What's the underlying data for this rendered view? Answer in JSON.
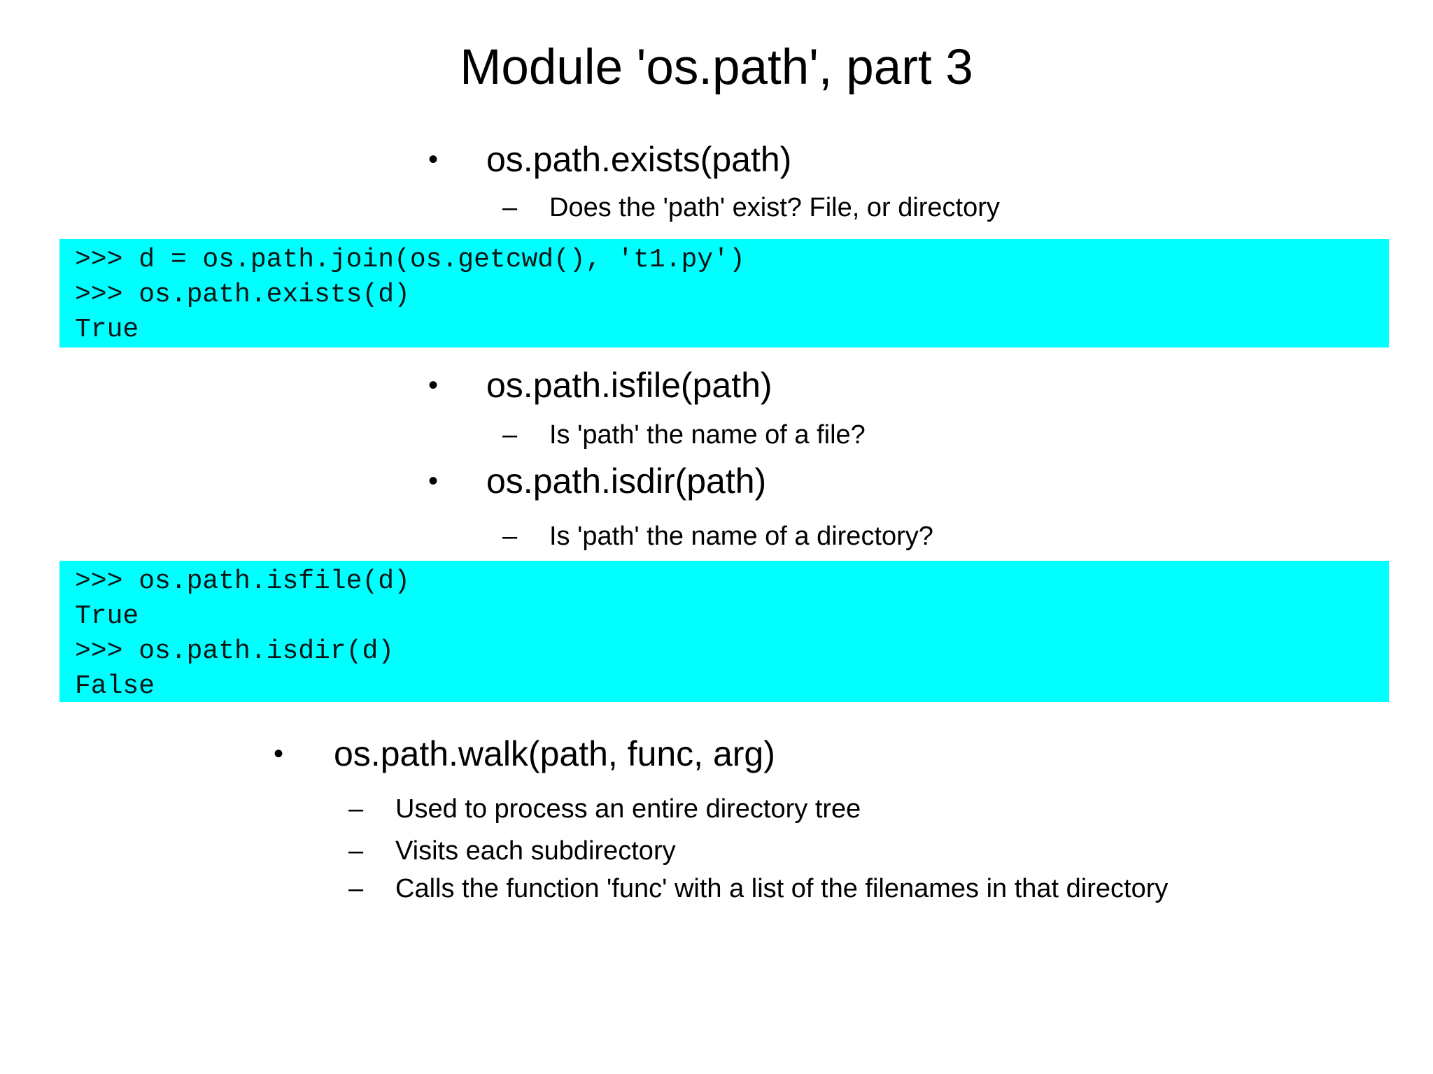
{
  "slide": {
    "title": "Module 'os.path', part 3",
    "bullets": {
      "exists": {
        "marker": "•",
        "label": "os.path.exists(path)"
      },
      "exists_sub": {
        "marker": "–",
        "label": "Does the 'path' exist? File, or directory"
      },
      "isfile": {
        "marker": "•",
        "label": "os.path.isfile(path)"
      },
      "isfile_sub": {
        "marker": "–",
        "label": "Is 'path' the name of a file?"
      },
      "isdir": {
        "marker": "•",
        "label": "os.path.isdir(path)"
      },
      "isdir_sub": {
        "marker": "–",
        "label": "Is 'path' the name of a directory?"
      },
      "walk": {
        "marker": "•",
        "label": "os.path.walk(path, func, arg)"
      },
      "walk_sub_1": {
        "marker": "–",
        "label": "Used to process an entire directory tree"
      },
      "walk_sub_2": {
        "marker": "–",
        "label": "Visits each subdirectory"
      },
      "walk_sub_3": {
        "marker": "–",
        "label": "Calls the function 'func' with a list of the filenames in that directory"
      }
    },
    "code_block_1": {
      "lines": {
        "l1": ">>> d = os.path.join(os.getcwd(), 't1.py')",
        "l2": ">>> os.path.exists(d)",
        "l3": "True"
      }
    },
    "code_block_2": {
      "lines": {
        "l1": ">>> os.path.isfile(d)",
        "l2": "True",
        "l3": ">>> os.path.isdir(d)",
        "l4": "False"
      }
    },
    "colors": {
      "background": "#FFFFFF",
      "code_background": "#00FFFF",
      "text": "#000000"
    }
  }
}
